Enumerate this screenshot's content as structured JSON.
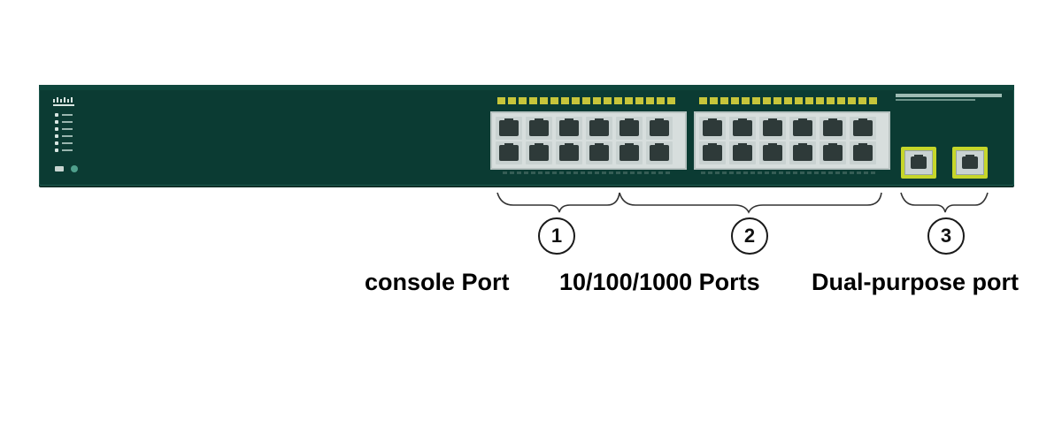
{
  "callouts": [
    {
      "number": "1",
      "label": "console Port"
    },
    {
      "number": "2",
      "label": "10/100/1000 Ports"
    },
    {
      "number": "3",
      "label": "Dual-purpose port"
    }
  ],
  "colors": {
    "chassis": "#0b3b33",
    "port_led_strip": "#c7c53b",
    "uplink_frame": "#c6d62a",
    "label_text": "#000000"
  }
}
